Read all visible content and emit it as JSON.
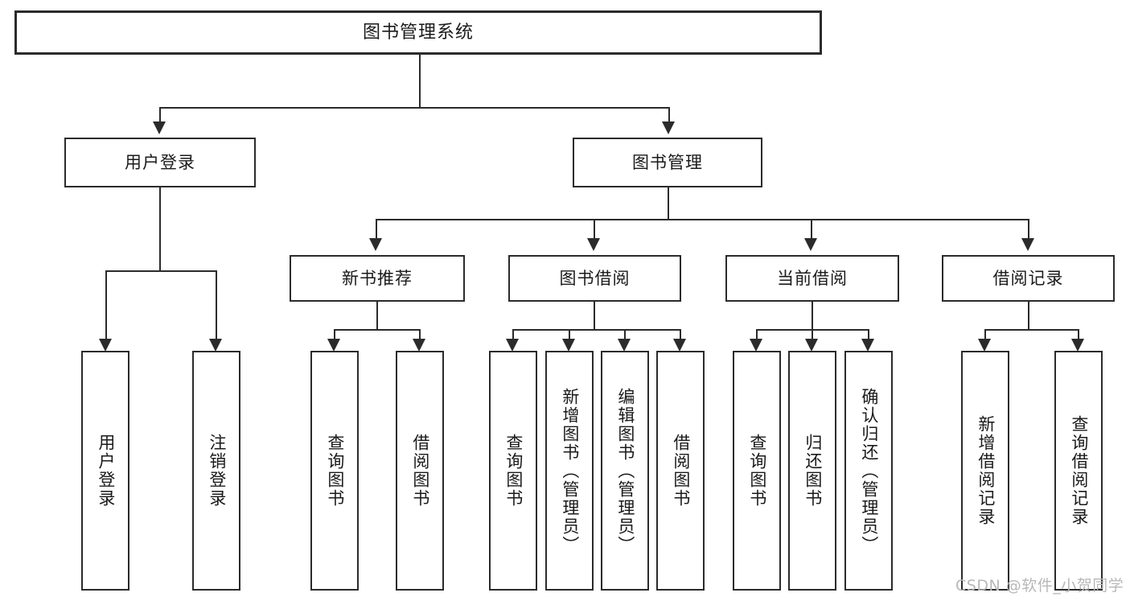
{
  "diagram": {
    "type": "tree-hierarchy",
    "title": "图书管理系统",
    "watermark": "CSDN @软件_小贺同学",
    "colors": {
      "stroke": "#2b2b2b",
      "fill": "#ffffff",
      "text": "#1a1a1a",
      "watermark": "#b8b8b8"
    },
    "root": {
      "label": "图书管理系统"
    },
    "level2": [
      {
        "label": "用户登录"
      },
      {
        "label": "图书管理"
      }
    ],
    "level3": [
      {
        "label": "新书推荐"
      },
      {
        "label": "图书借阅"
      },
      {
        "label": "当前借阅"
      },
      {
        "label": "借阅记录"
      }
    ],
    "leaves": {
      "user_login": [
        {
          "label": "用户登录"
        },
        {
          "label": "注销登录"
        }
      ],
      "new_book_recommend": [
        {
          "label": "查询图书"
        },
        {
          "label": "借阅图书"
        }
      ],
      "book_borrow": [
        {
          "label": "查询图书"
        },
        {
          "label": "新增图书（管理员）"
        },
        {
          "label": "编辑图书（管理员）"
        },
        {
          "label": "借阅图书"
        }
      ],
      "current_borrow": [
        {
          "label": "查询图书"
        },
        {
          "label": "归还图书"
        },
        {
          "label": "确认归还（管理员）"
        }
      ],
      "borrow_record": [
        {
          "label": "新增借阅记录"
        },
        {
          "label": "查询借阅记录"
        }
      ]
    }
  }
}
